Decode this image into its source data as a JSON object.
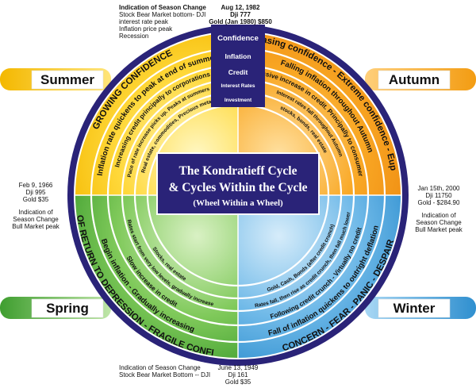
{
  "center": {
    "title_line1": "The Kondratieff Cycle",
    "title_line2": "& Cycles Within the Cycle",
    "subtitle": "(Wheel Within a Wheel)"
  },
  "spine": {
    "labels": [
      "Confidence",
      "Inflation",
      "Credit",
      "Interest Rates",
      "Investment"
    ]
  },
  "seasons": {
    "summer": "Summer",
    "autumn": "Autumn",
    "spring": "Spring",
    "winter": "Winter"
  },
  "colors": {
    "summer": "#f6c100",
    "autumn": "#f39c12",
    "spring": "#48a83a",
    "winter": "#3a9fd8",
    "navy": "#2a2378",
    "ring_white": "#ffffff"
  },
  "arcs": {
    "summer": [
      "GROWING CONFIDENCE",
      "Inflation rate quickens to peak at end of summer.",
      "Increasing credit principally to corporations",
      "Pace of rate increase picks up. Peaks at summers end",
      "Real estate, commodities, Precious metals"
    ],
    "autumn": [
      "Increasing confidence - Extreme confidence - Euphoria",
      "Falling inflation throughout Autumn",
      "Massive increase in credit. Principally to consumers",
      "Interest rates fall throughout Autumn",
      "stocks, bonds, real estate"
    ],
    "spring": [
      "FEAR OF RETURN TO DEPRESSION - FRAGILE CONFIDENCE",
      "Begin inflation - Gradually increasing",
      "Slow increase in credit",
      "Rates start from very low levels, gradually increase",
      "Stocks, real estate"
    ],
    "winter": [
      "CONCERN - FEAR - PANIC - DESPAIR",
      "Fall of inflation quickens to outright deflation",
      "Following credit crunch - Virtually no credit",
      "Rates fall, then rise as credit crunch, then fall much lower",
      "Gold, Cash, Bonds (after credit crunch)"
    ]
  },
  "notes": {
    "top_left": [
      "Indication of Season Change",
      "Stock Bear Market bottom- DJI",
      "interest rate peak",
      "Inflation price peak",
      "Recession"
    ],
    "top_right": [
      "Aug 12, 1982",
      "Dji 777",
      "Gold (Jan 1980) $850"
    ],
    "left": [
      "Feb 9, 1966",
      "Dji 995",
      "Gold $35",
      "",
      "Indication of",
      "Season Change",
      "Bull Market peak"
    ],
    "right": [
      "Jan 15th, 2000",
      "Dji 11750",
      "Gold - $284.90",
      "",
      "Indication of",
      "Season Change",
      "Bull Market peak"
    ],
    "bottom_left": [
      "Indication of Season Change",
      "Stock Bear Market Bottom -- DJI"
    ],
    "bottom_right": [
      "June 13, 1949",
      "Dji 161",
      "Gold $35"
    ]
  }
}
